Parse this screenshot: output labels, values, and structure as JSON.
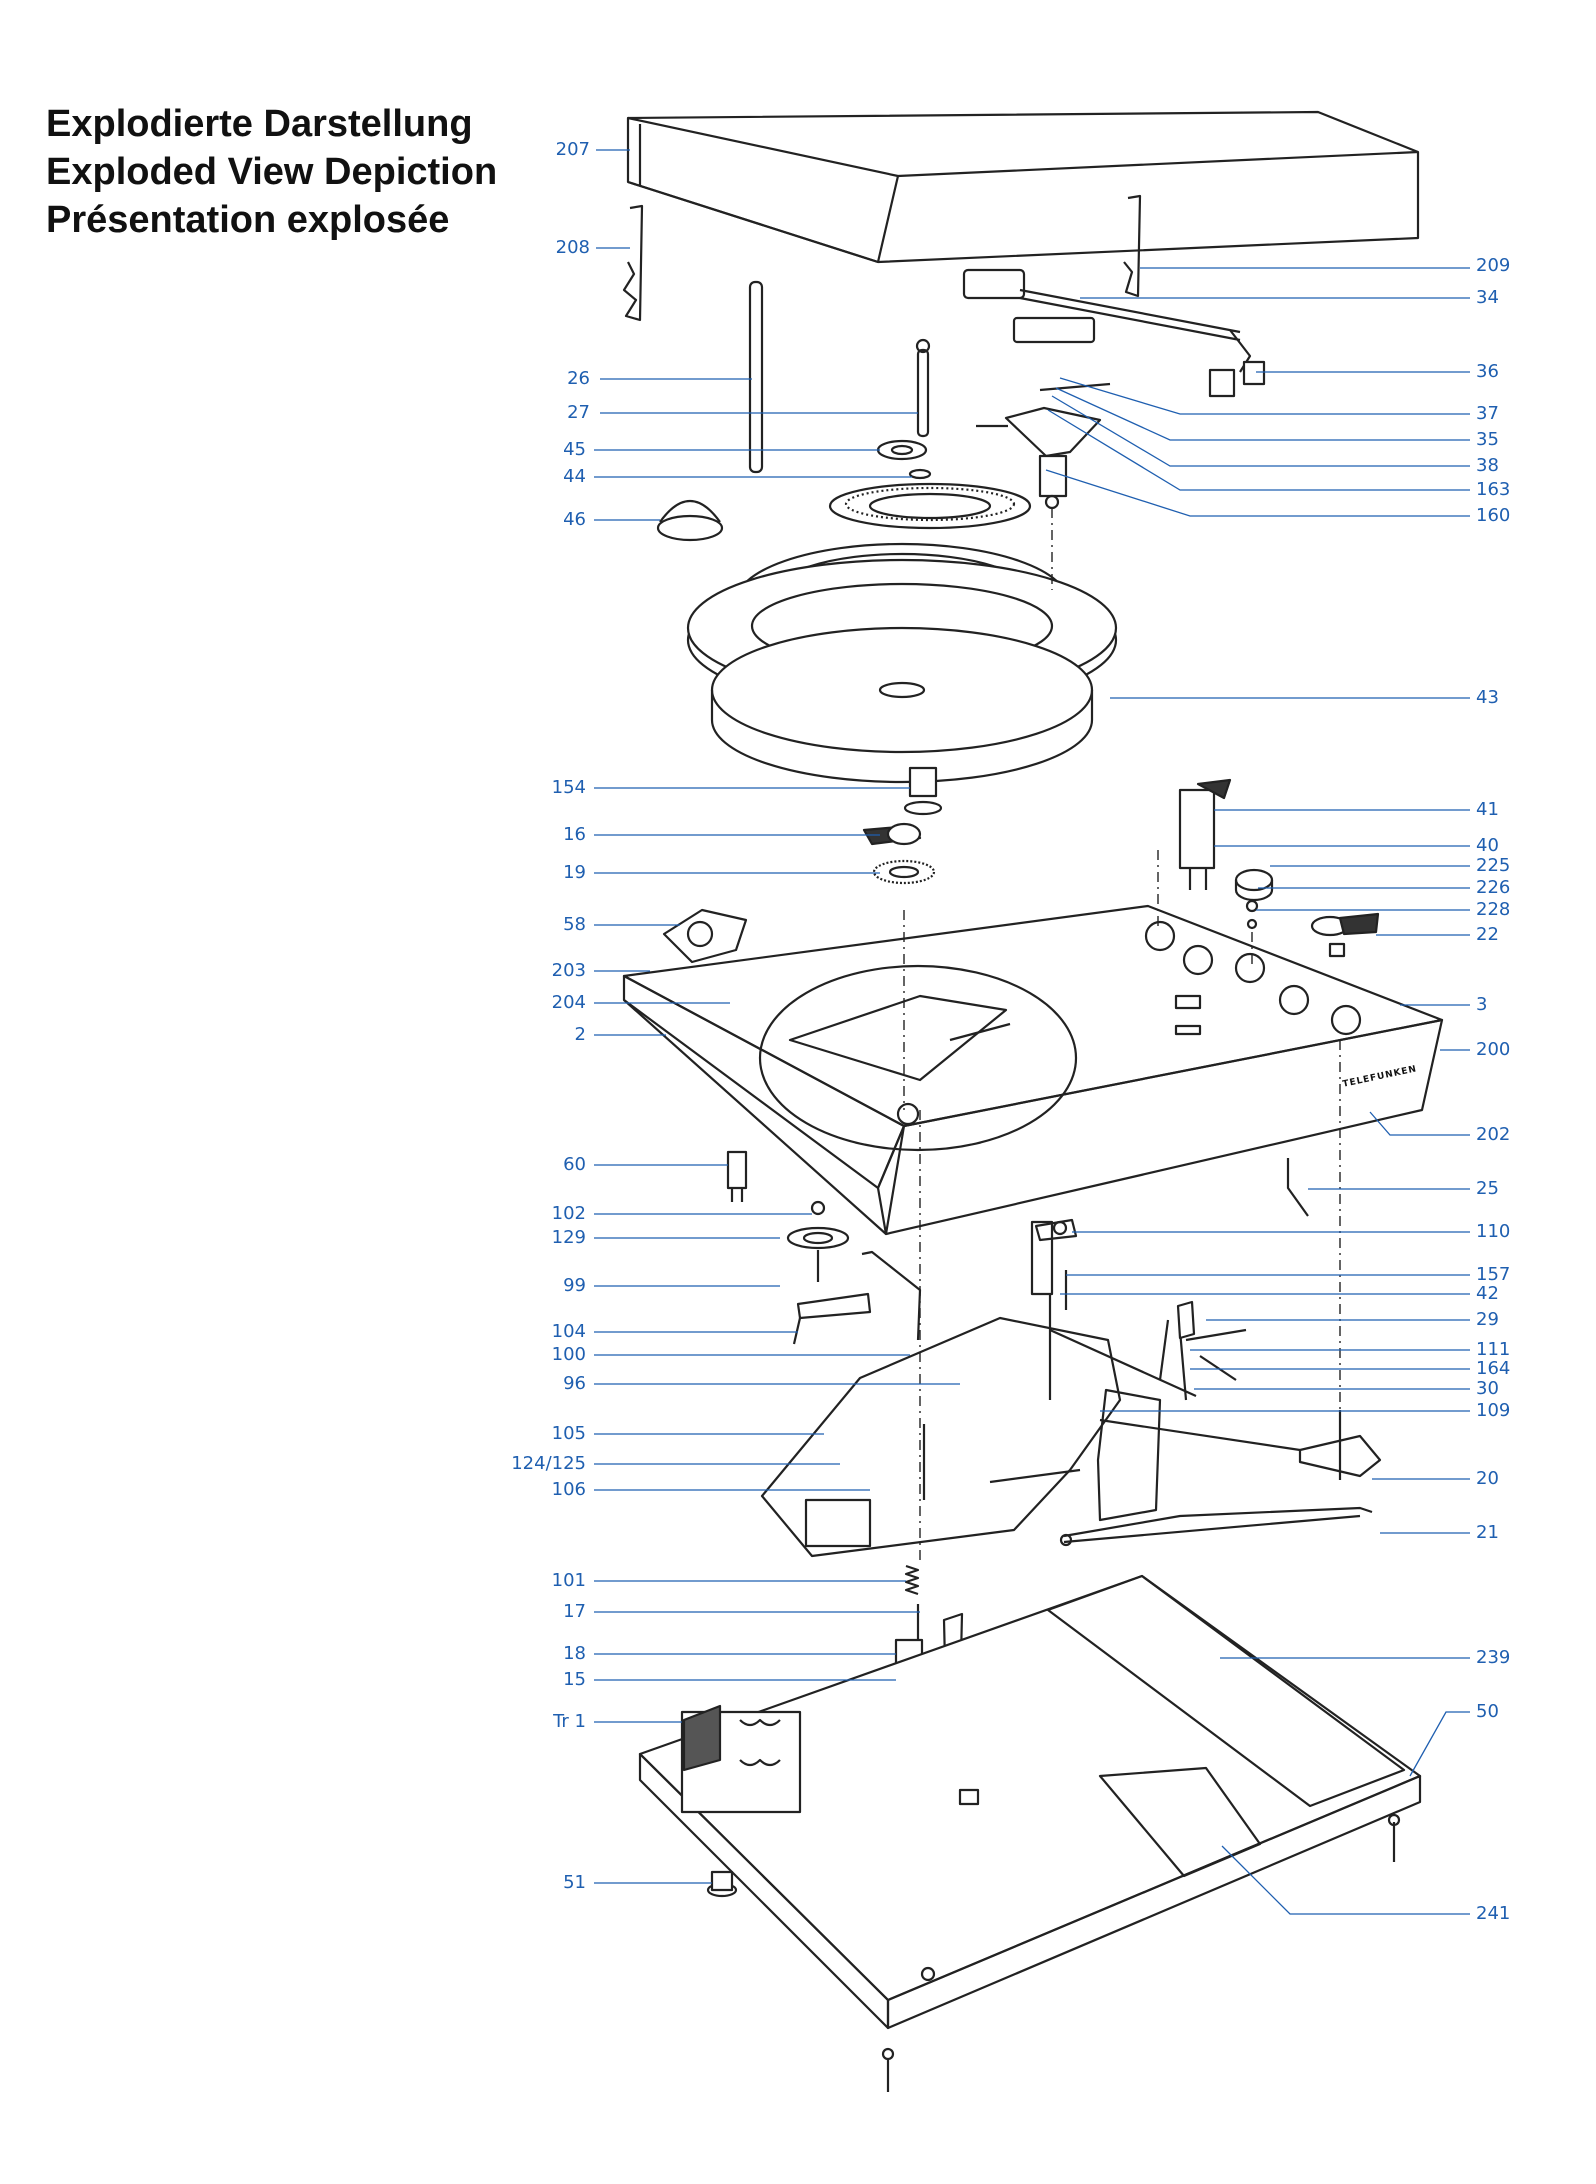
{
  "titles": [
    "Explodierte Darstellung",
    "Exploded View Depiction",
    "Présentation explosée"
  ],
  "brand": "TELEFUNKEN",
  "labels_left": [
    "207",
    "208",
    "26",
    "27",
    "45",
    "44",
    "46",
    "154",
    "16",
    "19",
    "58",
    "203",
    "204",
    "2",
    "60",
    "102",
    "129",
    "99",
    "104",
    "100",
    "96",
    "105",
    "124/125",
    "106",
    "101",
    "17",
    "18",
    "15",
    "Tr 1",
    "51"
  ],
  "labels_right": [
    "209",
    "34",
    "36",
    "37",
    "35",
    "38",
    "163",
    "160",
    "43",
    "41",
    "40",
    "225",
    "226",
    "228",
    "22",
    "3",
    "200",
    "202",
    "25",
    "110",
    "157",
    "42",
    "29",
    "111",
    "164",
    "30",
    "109",
    "20",
    "21",
    "239",
    "50",
    "241"
  ],
  "colors": {
    "label": "#1f5fb0",
    "line": "#1f5fb0",
    "drawing": "#222222"
  }
}
